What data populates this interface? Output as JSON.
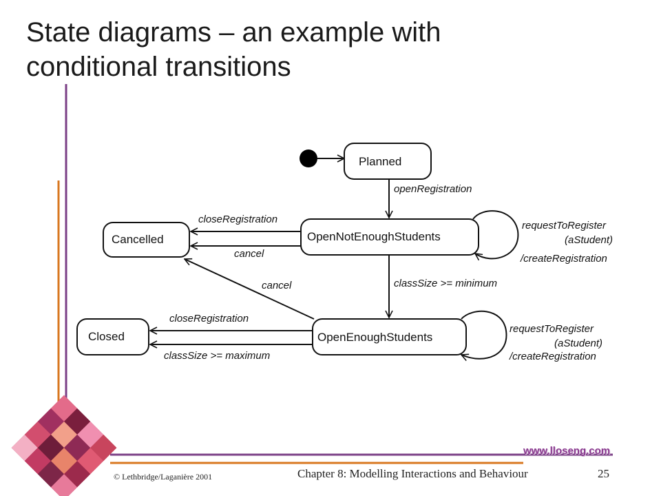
{
  "title": {
    "line1": "State diagrams – an example with",
    "line2": "conditional transitions"
  },
  "states": {
    "planned": "Planned",
    "open_not_enough": "OpenNotEnoughStudents",
    "open_enough": "OpenEnoughStudents",
    "cancelled": "Cancelled",
    "closed": "Closed"
  },
  "transitions": {
    "open_registration": "openRegistration",
    "class_size_min": "classSize >= minimum",
    "close_reg_1": "closeRegistration",
    "cancel_1": "cancel",
    "cancel_2": "cancel",
    "close_reg_2": "closeRegistration",
    "class_size_max": "classSize >= maximum",
    "self_1": {
      "line1": "requestToRegister",
      "line2": "(aStudent)",
      "line3": "/createRegistration"
    },
    "self_2": {
      "line1": "requestToRegister",
      "line2": "(aStudent)",
      "line3": "/createRegistration"
    }
  },
  "footer": {
    "copyright": "© Lethbridge/Laganière 2001",
    "chapter": "Chapter 8: Modelling Interactions and Behaviour",
    "page": "25",
    "url": "www.lloseng.com"
  },
  "colors": {
    "purple": "#7b3f86",
    "orange": "#d8771f"
  }
}
